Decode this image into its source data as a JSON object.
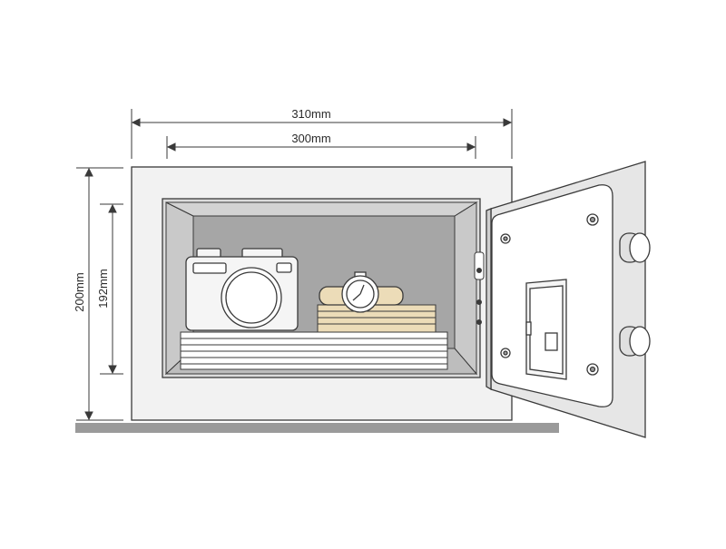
{
  "dimensions": {
    "outer_width": "310mm",
    "inner_width": "300mm",
    "outer_height": "200mm",
    "inner_height": "192mm"
  },
  "colors": {
    "outline": "#3a3a3a",
    "body_fill": "#f2f2f2",
    "interior_fill": "#a6a6a6",
    "floor": "#9a9a9a",
    "items_fill": "#ecdcb8",
    "door_fill": "#e6e6e6",
    "door_panel": "#ffffff"
  },
  "icons": [
    "camera-icon",
    "watch-icon",
    "keypad-icon",
    "hinge-icon",
    "bolt-icon"
  ]
}
